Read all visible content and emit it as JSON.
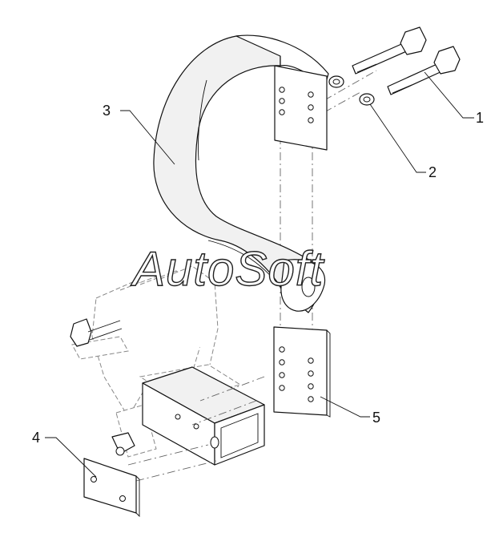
{
  "watermark": "AutoSoft",
  "callouts": [
    {
      "id": "1",
      "text": "1"
    },
    {
      "id": "2",
      "text": "2"
    },
    {
      "id": "3",
      "text": "3"
    },
    {
      "id": "4",
      "text": "4"
    },
    {
      "id": "5",
      "text": "5"
    }
  ]
}
